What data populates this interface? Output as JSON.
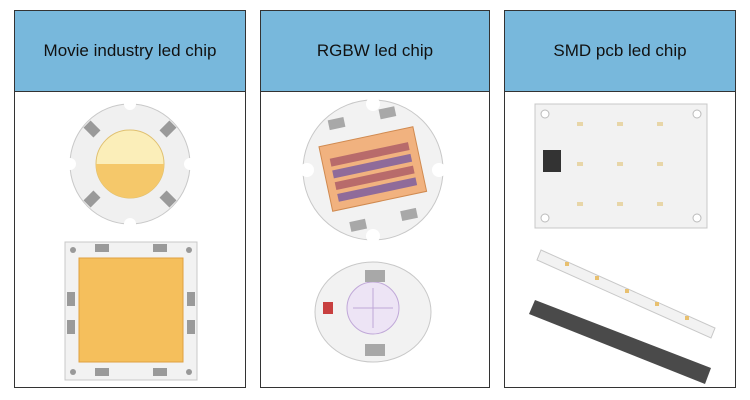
{
  "cards": [
    {
      "title": "Movie industry led chip"
    },
    {
      "title": "RGBW led chip"
    },
    {
      "title": "SMD pcb led chip"
    }
  ],
  "colors": {
    "header_bg": "#78b8dc",
    "border": "#333333",
    "pcb_white": "#f2f2f2",
    "warm_phosphor": "#f5c86a",
    "cool_phosphor": "#fbeeb9",
    "rgbw_phosphor": "#f1b27f",
    "black_strip": "#4a4a4a"
  }
}
